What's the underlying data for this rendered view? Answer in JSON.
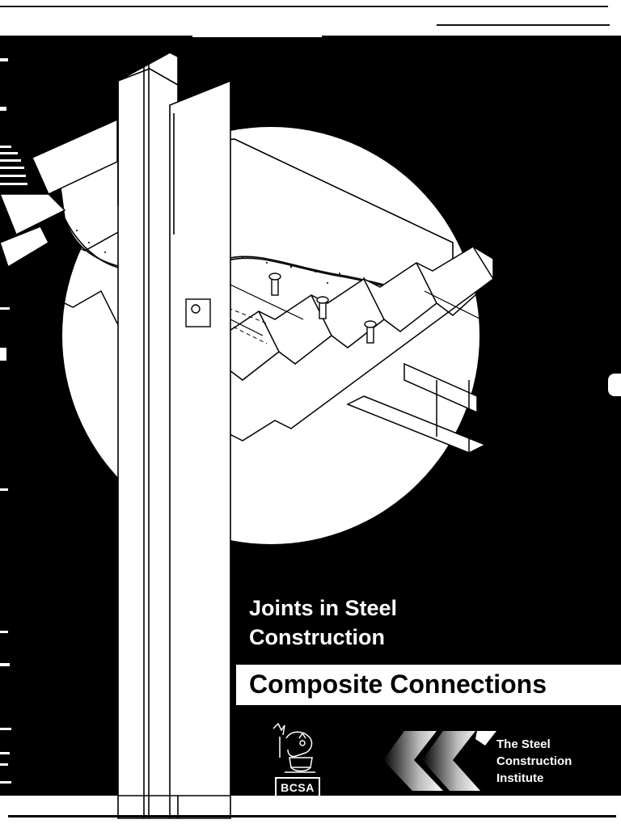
{
  "cover": {
    "series_line1": "Joints in Steel",
    "series_line2": "Construction",
    "title": "Composite Connections"
  },
  "publisher": {
    "bcsa_label": "BCSA",
    "sci_line1": "The Steel",
    "sci_line2": "Construction",
    "sci_line3": "Institute"
  },
  "colors": {
    "background": "#000000",
    "foreground": "#ffffff"
  },
  "icons": {
    "bcsa": "bcsa-crest-icon",
    "sci": "sci-chevron-icon"
  }
}
